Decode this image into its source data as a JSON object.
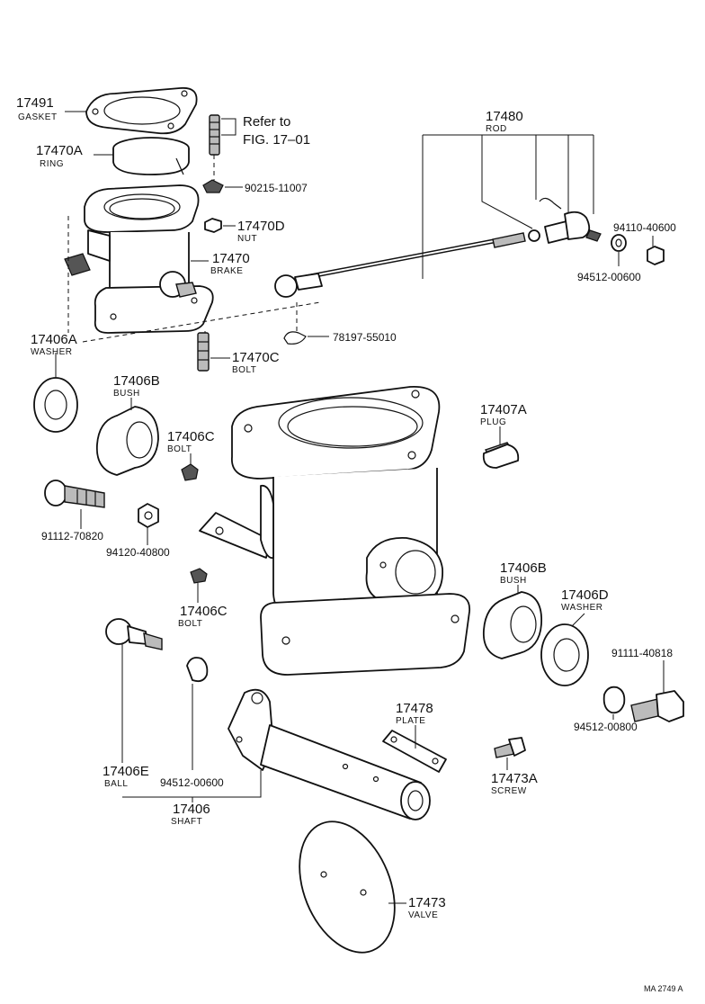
{
  "diagram_code": "MA 2749 A",
  "parts": {
    "p17491": {
      "number": "17491",
      "name": "GASKET"
    },
    "p17470A": {
      "number": "17470A",
      "name": "RING"
    },
    "ref": {
      "line1": "Refer to",
      "line2": "FIG. 17–01"
    },
    "p90215": {
      "number": "90215-11007"
    },
    "p17470D": {
      "number": "17470D",
      "name": "NUT"
    },
    "p17470": {
      "number": "17470",
      "name": "BRAKE"
    },
    "p17480": {
      "number": "17480",
      "name": "ROD"
    },
    "p94110": {
      "number": "94110-40600"
    },
    "p94512a": {
      "number": "94512-00600"
    },
    "p78197": {
      "number": "78197-55010"
    },
    "p17406A": {
      "number": "17406A",
      "name": "WASHER"
    },
    "p17470C": {
      "number": "17470C",
      "name": "BOLT"
    },
    "p17406B1": {
      "number": "17406B",
      "name": "BUSH"
    },
    "p17406C1": {
      "number": "17406C",
      "name": "BOLT"
    },
    "p17407A": {
      "number": "17407A",
      "name": "PLUG"
    },
    "p91112": {
      "number": "91112-70820"
    },
    "p94120": {
      "number": "94120-40800"
    },
    "p17406C2": {
      "number": "17406C",
      "name": "BOLT"
    },
    "p17406B2": {
      "number": "17406B",
      "name": "BUSH"
    },
    "p17406D": {
      "number": "17406D",
      "name": "WASHER"
    },
    "p91111": {
      "number": "91111-40818"
    },
    "p94512b": {
      "number": "94512-00800"
    },
    "p17478": {
      "number": "17478",
      "name": "PLATE"
    },
    "p17473A": {
      "number": "17473A",
      "name": "SCREW"
    },
    "p17406E": {
      "number": "17406E",
      "name": "BALL"
    },
    "p94512c": {
      "number": "94512-00600"
    },
    "p17406": {
      "number": "17406",
      "name": "SHAFT"
    },
    "p17473": {
      "number": "17473",
      "name": "VALVE"
    }
  }
}
